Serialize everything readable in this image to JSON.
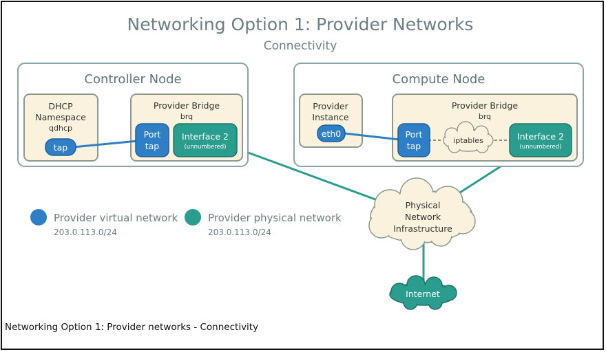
{
  "title": "Networking Option 1: Provider Networks",
  "subtitle": "Connectivity",
  "controller": {
    "title": "Controller Node",
    "dhcp": {
      "line1": "DHCP",
      "line2": "Namespace",
      "line3": "qdhcp",
      "tap": "tap"
    },
    "bridge": {
      "title": "Provider Bridge",
      "subtitle": "brq",
      "port_line1": "Port",
      "port_line2": "tap",
      "iface": "Interface 2",
      "iface_sub": "(unnumbered)"
    }
  },
  "compute": {
    "title": "Compute Node",
    "instance": {
      "line1": "Provider",
      "line2": "Instance",
      "eth": "eth0"
    },
    "bridge": {
      "title": "Provider Bridge",
      "subtitle": "brq",
      "port_line1": "Port",
      "port_line2": "tap",
      "iptables": "iptables",
      "iface": "Interface 2",
      "iface_sub": "(unnumbered)"
    }
  },
  "physical": {
    "line1": "Physical",
    "line2": "Network",
    "line3": "Infrastructure"
  },
  "internet": "Internet",
  "legend": [
    {
      "label": "Provider virtual network",
      "subnet": "203.0.113.0/24",
      "color": "#2f7fc7"
    },
    {
      "label": "Provider physical network",
      "subnet": "203.0.113.0/24",
      "color": "#2a9d8f"
    }
  ],
  "colors": {
    "virtual": "#2f7fc7",
    "physical": "#2a9d8f",
    "box_fill": "#faf2dc",
    "node_border": "#8aa3a9",
    "title_text": "#6b7f86"
  },
  "caption": "Networking Option 1: Provider networks - Connectivity"
}
